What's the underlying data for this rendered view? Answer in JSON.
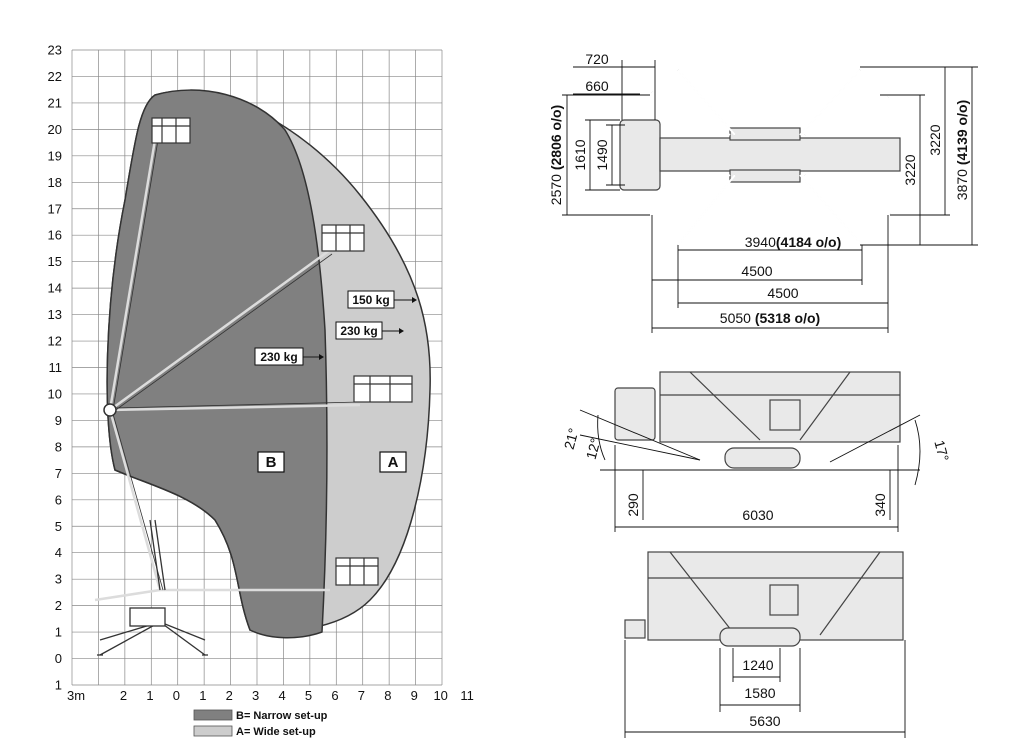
{
  "chart": {
    "y_ticks": [
      "23",
      "22",
      "21",
      "20",
      "19",
      "18",
      "17",
      "16",
      "15",
      "14",
      "13",
      "12",
      "11",
      "10",
      "9",
      "8",
      "7",
      "6",
      "5",
      "4",
      "3",
      "2",
      "1",
      "0",
      "1"
    ],
    "x_ticks": [
      "3m",
      "2",
      "1",
      "0",
      "1",
      "2",
      "3",
      "4",
      "5",
      "6",
      "7",
      "8",
      "9",
      "10",
      "11"
    ],
    "loads": {
      "load_150": "150 kg",
      "load_230_wide": "230 kg",
      "load_230_narrow": "230 kg"
    },
    "zone_b_letter": "B",
    "zone_a_letter": "A",
    "legend": {
      "narrow": "B= Narrow set-up",
      "wide": "A= Wide set-up"
    },
    "colors": {
      "narrow_fill": "#808080",
      "wide_fill": "#cdcdcd"
    }
  },
  "top_view": {
    "d720": "720",
    "d660": "660",
    "d2570": "2570",
    "d2570_oo": "(2806 o/o)",
    "d1610": "1610",
    "d1490": "1490",
    "d3220_a": "3220",
    "d3220_b": "3220",
    "d3870": "3870",
    "d3870_oo": "(4139 o/o)",
    "d3940": "3940",
    "d3940_oo": "(4184 o/o)",
    "d4500_a": "4500",
    "d4500_b": "4500",
    "d5050": "5050",
    "d5050_oo": "(5318 o/o)"
  },
  "side_view": {
    "angle_21": "21°",
    "angle_12": "12°",
    "angle_17": "17°",
    "d290": "290",
    "d6030": "6030",
    "d340": "340"
  },
  "track_view": {
    "d1240": "1240",
    "d1580": "1580",
    "d5630": "5630"
  }
}
